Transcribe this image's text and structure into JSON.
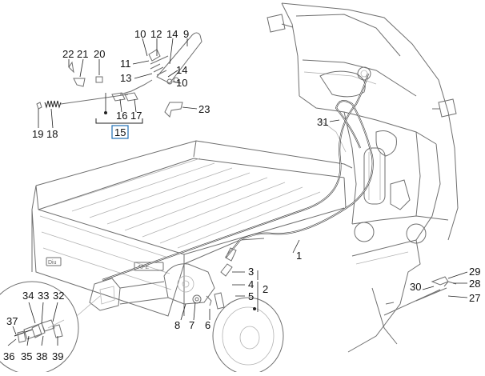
{
  "callouts": {
    "c1": "1",
    "c2": "2",
    "c3": "3",
    "c4": "4",
    "c5": "5",
    "c6": "6",
    "c7": "7",
    "c8": "8",
    "c9": "9",
    "c10a": "10",
    "c10b": "10",
    "c11": "11",
    "c12": "12",
    "c13": "13",
    "c14a": "14",
    "c14b": "14",
    "c15": "15",
    "c16": "16",
    "c17": "17",
    "c18": "18",
    "c19": "19",
    "c20": "20",
    "c21": "21",
    "c22": "22",
    "c23": "23",
    "c27": "27",
    "c28": "28",
    "c29": "29",
    "c30": "30",
    "c31": "31",
    "c32": "32",
    "c33": "33",
    "c34": "34",
    "c35": "35",
    "c36": "36",
    "c37": "37",
    "c38": "38",
    "c39": "39"
  },
  "decals": {
    "side_badge": "Diu",
    "bed_brand": "APE"
  },
  "colors": {
    "line": "#6f6f6f",
    "cable": "#333333",
    "group_box": "#1f6fb5"
  }
}
